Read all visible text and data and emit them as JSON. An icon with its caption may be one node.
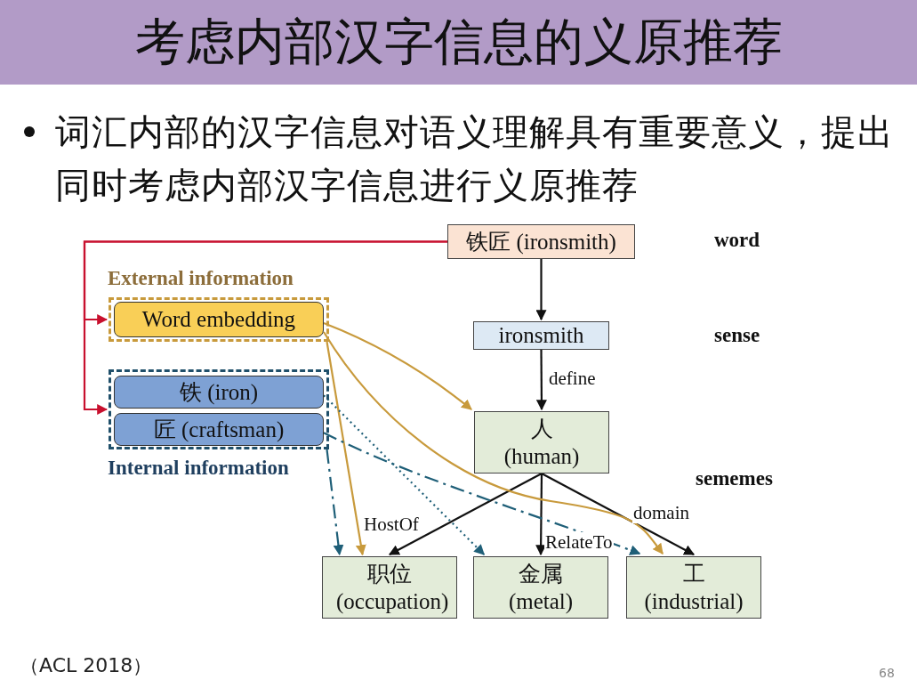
{
  "diagram": {
    "title": "考虑内部汉字信息的义原推荐",
    "nodes": [
      {
        "text": [
          "铁匠 (ironsmith)"
        ]
      },
      {
        "text": [
          "External information"
        ]
      },
      {
        "text": [
          "Word embedding"
        ],
        "in": 1
      },
      {
        "text": [
          "Internal information"
        ]
      },
      {
        "text": [
          "铁 (iron)"
        ],
        "in": 3
      },
      {
        "text": [
          "匠 (craftsman)"
        ],
        "in": 3
      },
      {
        "text": [
          "ironsmith"
        ]
      },
      {
        "text": [
          "人 (human)"
        ]
      },
      {
        "text": [
          "职位 (occupation)"
        ]
      },
      {
        "text": [
          "金属 (metal)"
        ]
      },
      {
        "text": [
          "工 (industrial)"
        ]
      }
    ],
    "edges": [
      {
        "from": 0,
        "to": 1,
        "arrow": "to",
        "color": "#c8102e"
      },
      {
        "from": 0,
        "to": 3,
        "arrow": "to",
        "color": "#c8102e"
      },
      {
        "from": 0,
        "to": 6,
        "arrow": "to"
      },
      {
        "from": 6,
        "to": 7,
        "arrow": "to",
        "label": "define"
      },
      {
        "from": 7,
        "to": 8,
        "arrow": "to",
        "label": "HostOf"
      },
      {
        "from": 7,
        "to": 9,
        "arrow": "to",
        "label": "RelateTo"
      },
      {
        "from": 7,
        "to": 10,
        "arrow": "to",
        "label": "domain"
      },
      {
        "from": 2,
        "to": 7,
        "arrow": "to",
        "color": "#c89a3c"
      },
      {
        "from": 1,
        "to": 8,
        "arrow": "to",
        "color": "#c89a3c"
      },
      {
        "from": 2,
        "to": 10,
        "arrow": "to",
        "color": "#c89a3c"
      },
      {
        "from": 4,
        "to": 9,
        "arrow": "to",
        "style": "dashed",
        "color": "#1f5f78"
      },
      {
        "from": 5,
        "to": 10,
        "arrow": "to",
        "style": "dashed",
        "color": "#1f5f78"
      },
      {
        "from": 3,
        "to": 8,
        "arrow": "to",
        "style": "dashed",
        "color": "#1f5f78"
      }
    ],
    "labels": [
      "词汇内部的汉字信息对语义理解具有重要意义，提出同时考虑内部汉字信息进行义原推荐",
      "word",
      "sense",
      "sememes",
      "（ACL 2018）",
      "68"
    ]
  }
}
